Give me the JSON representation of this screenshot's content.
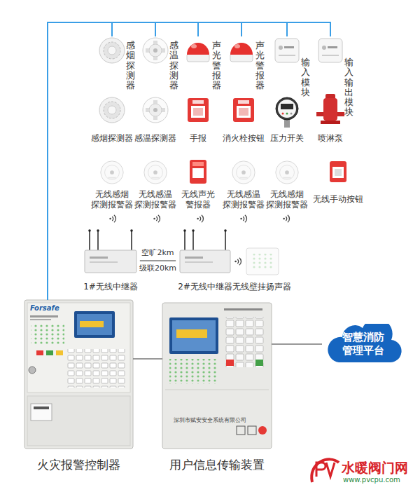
{
  "diagram": {
    "nodes": [
      {
        "text": [
          "感烟探测器"
        ]
      },
      {
        "text": [
          "感温探测器"
        ]
      },
      {
        "text": [
          "声光警报器"
        ]
      },
      {
        "text": [
          "声光警报器"
        ]
      },
      {
        "text": [
          "输入模块"
        ]
      },
      {
        "text": [
          "输入输出模块"
        ]
      },
      {
        "text": [
          "感烟探测器"
        ]
      },
      {
        "text": [
          "感温探测器"
        ]
      },
      {
        "text": [
          "手报"
        ]
      },
      {
        "text": [
          "消火栓按钮"
        ]
      },
      {
        "text": [
          "压力开关"
        ]
      },
      {
        "text": [
          "喷淋泵"
        ]
      },
      {
        "text": [
          "无线感烟 探测报警器"
        ]
      },
      {
        "text": [
          "无线感温 探测报警器"
        ]
      },
      {
        "text": [
          "无线声光 警报器"
        ]
      },
      {
        "text": [
          "无线感温 探测报警器"
        ]
      },
      {
        "text": [
          "无线感烟 探测报警器"
        ]
      },
      {
        "text": [
          "无线手动按钮"
        ]
      },
      {
        "text": [
          "1#无线中继器"
        ]
      },
      {
        "text": [
          "2#无线中继器"
        ]
      },
      {
        "text": [
          "无线壁挂扬声器"
        ]
      },
      {
        "text": [
          "火灾报警控制器"
        ]
      },
      {
        "text": [
          "用户信息传输装置"
        ]
      },
      {
        "text": [
          "智慧消防 管理平台"
        ]
      }
    ],
    "edges": [
      {
        "from": 21,
        "to": 0,
        "arrow": "none"
      },
      {
        "from": 21,
        "to": 1,
        "arrow": "none"
      },
      {
        "from": 21,
        "to": 2,
        "arrow": "none"
      },
      {
        "from": 21,
        "to": 3,
        "arrow": "none"
      },
      {
        "from": 21,
        "to": 4,
        "arrow": "none"
      },
      {
        "from": 21,
        "to": 5,
        "arrow": "none"
      },
      {
        "from": 18,
        "to": 19,
        "label": "空旷2km 级联20km",
        "arrow": "none"
      },
      {
        "from": 21,
        "to": 22,
        "arrow": "none"
      },
      {
        "from": 22,
        "to": 23,
        "arrow": "none"
      }
    ],
    "labels": [
      "Forsafe",
      "深圳市赋安安全系统有限公司",
      "水暖阀门网",
      "www.pvcpu.com"
    ]
  }
}
